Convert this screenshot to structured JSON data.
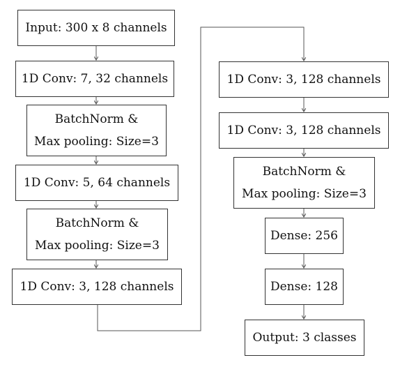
{
  "nodes": {
    "input": "Input: 300 x 8 channels",
    "conv1": "1D Conv: 7, 32 channels",
    "bn1": {
      "line1": "BatchNorm &",
      "line2": "Max pooling: Size=3"
    },
    "conv2": "1D Conv: 5, 64 channels",
    "bn2": {
      "line1": "BatchNorm &",
      "line2": "Max pooling: Size=3"
    },
    "conv3": "1D Conv: 3, 128 channels",
    "conv4": "1D Conv: 3, 128 channels",
    "conv5": "1D Conv: 3, 128 channels",
    "bn3": {
      "line1": "BatchNorm &",
      "line2": "Max pooling: Size=3"
    },
    "dense1": "Dense: 256",
    "dense2": "Dense: 128",
    "output": "Output: 3 classes"
  },
  "colors": {
    "stroke": "#333333",
    "text": "#111111",
    "background": "#ffffff"
  }
}
